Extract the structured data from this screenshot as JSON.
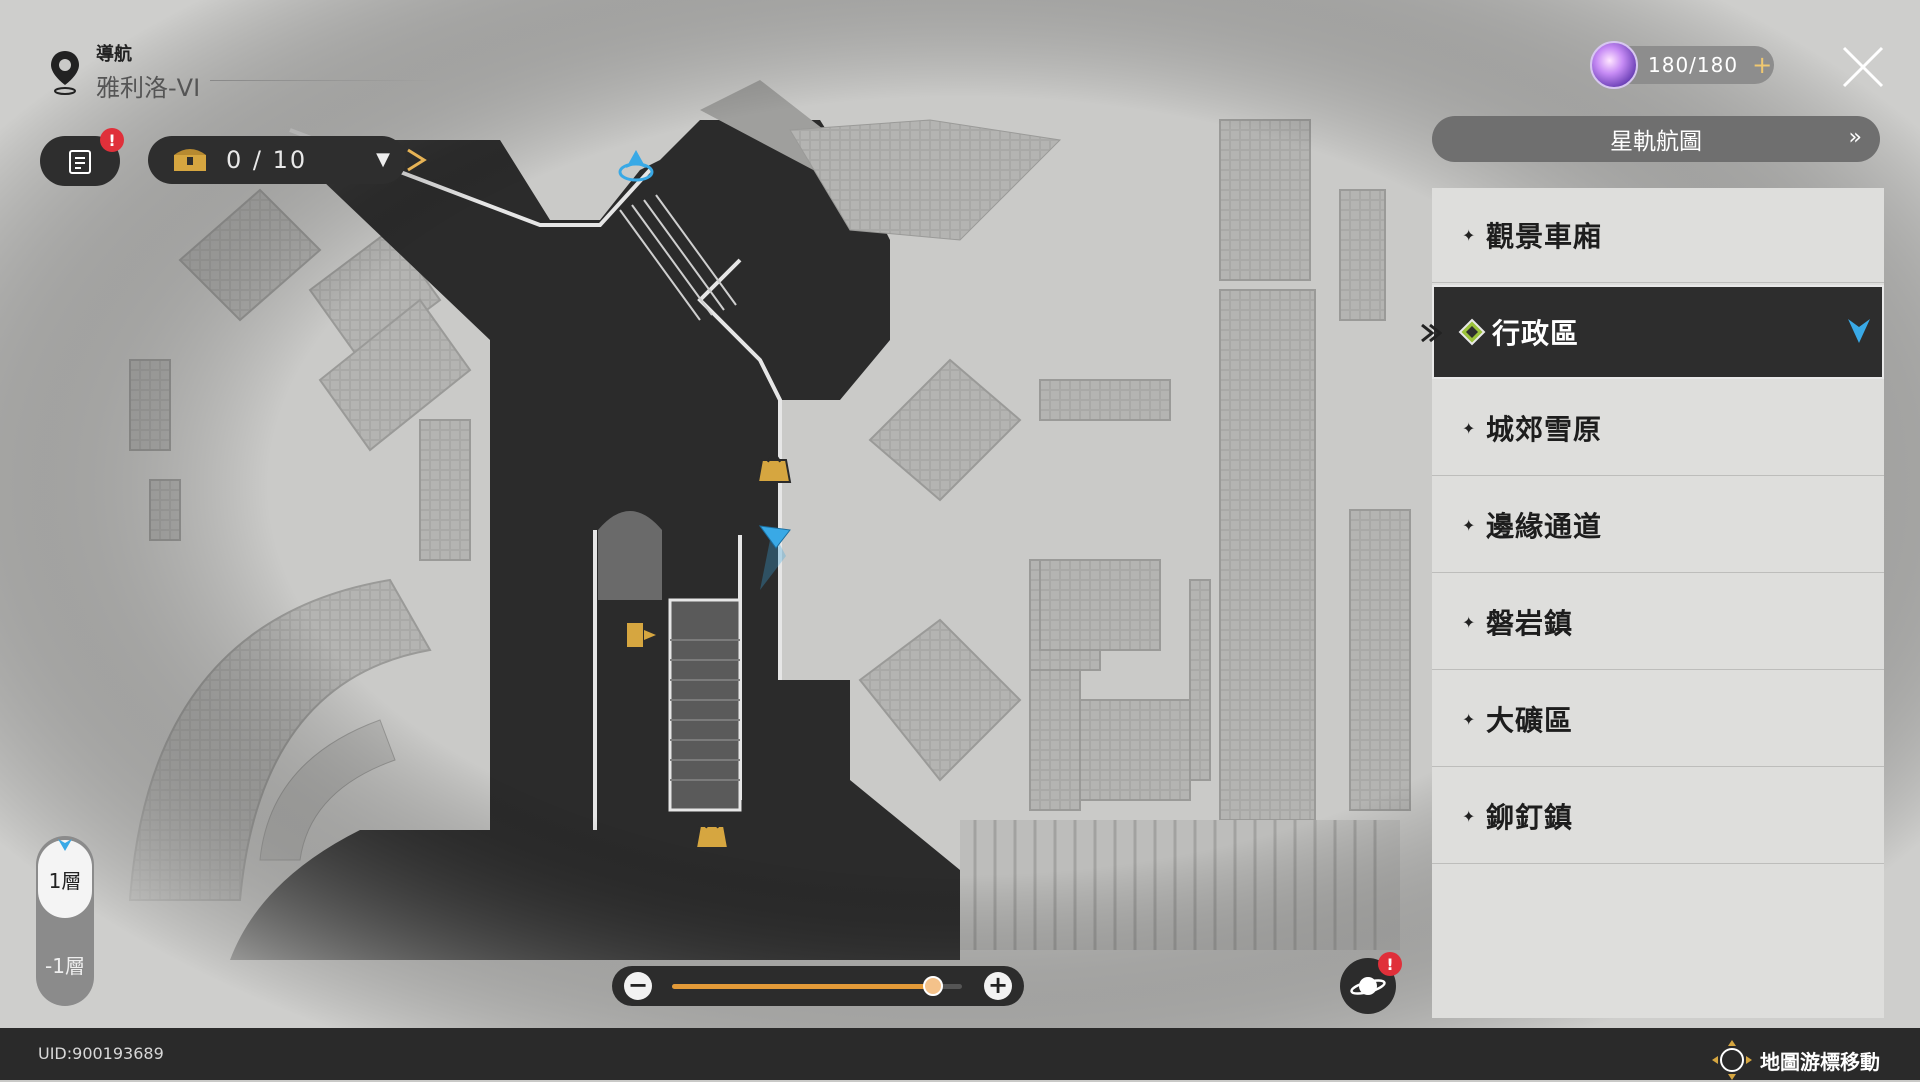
{
  "nav": {
    "label": "導航",
    "area": "雅利洛-VI"
  },
  "toolbar": {
    "mission_badge": "!",
    "chest_count": "0 / 10"
  },
  "power": {
    "value": "180/180",
    "plus": "+"
  },
  "panel": {
    "star_rail_map": "星軌航圖",
    "areas": [
      {
        "label": "觀景車廂"
      },
      {
        "label": "行政區",
        "selected": true
      },
      {
        "label": "城郊雪原"
      },
      {
        "label": "邊緣通道"
      },
      {
        "label": "磐岩鎮"
      },
      {
        "label": "大礦區"
      },
      {
        "label": "鉚釘鎮"
      }
    ]
  },
  "floors": {
    "current": "1層",
    "lower": "-1層"
  },
  "zoom": {
    "minus": "−",
    "plus": "+",
    "level": 0.9
  },
  "planet_badge": "!",
  "footer": {
    "uid": "UID:900193689",
    "hint": "地圖游標移動"
  },
  "colors": {
    "accent_blue": "#39a9e6",
    "zoom_fill": "#e39a38",
    "badge_red": "#e0303a",
    "selected_gem": "#9bc23a"
  }
}
